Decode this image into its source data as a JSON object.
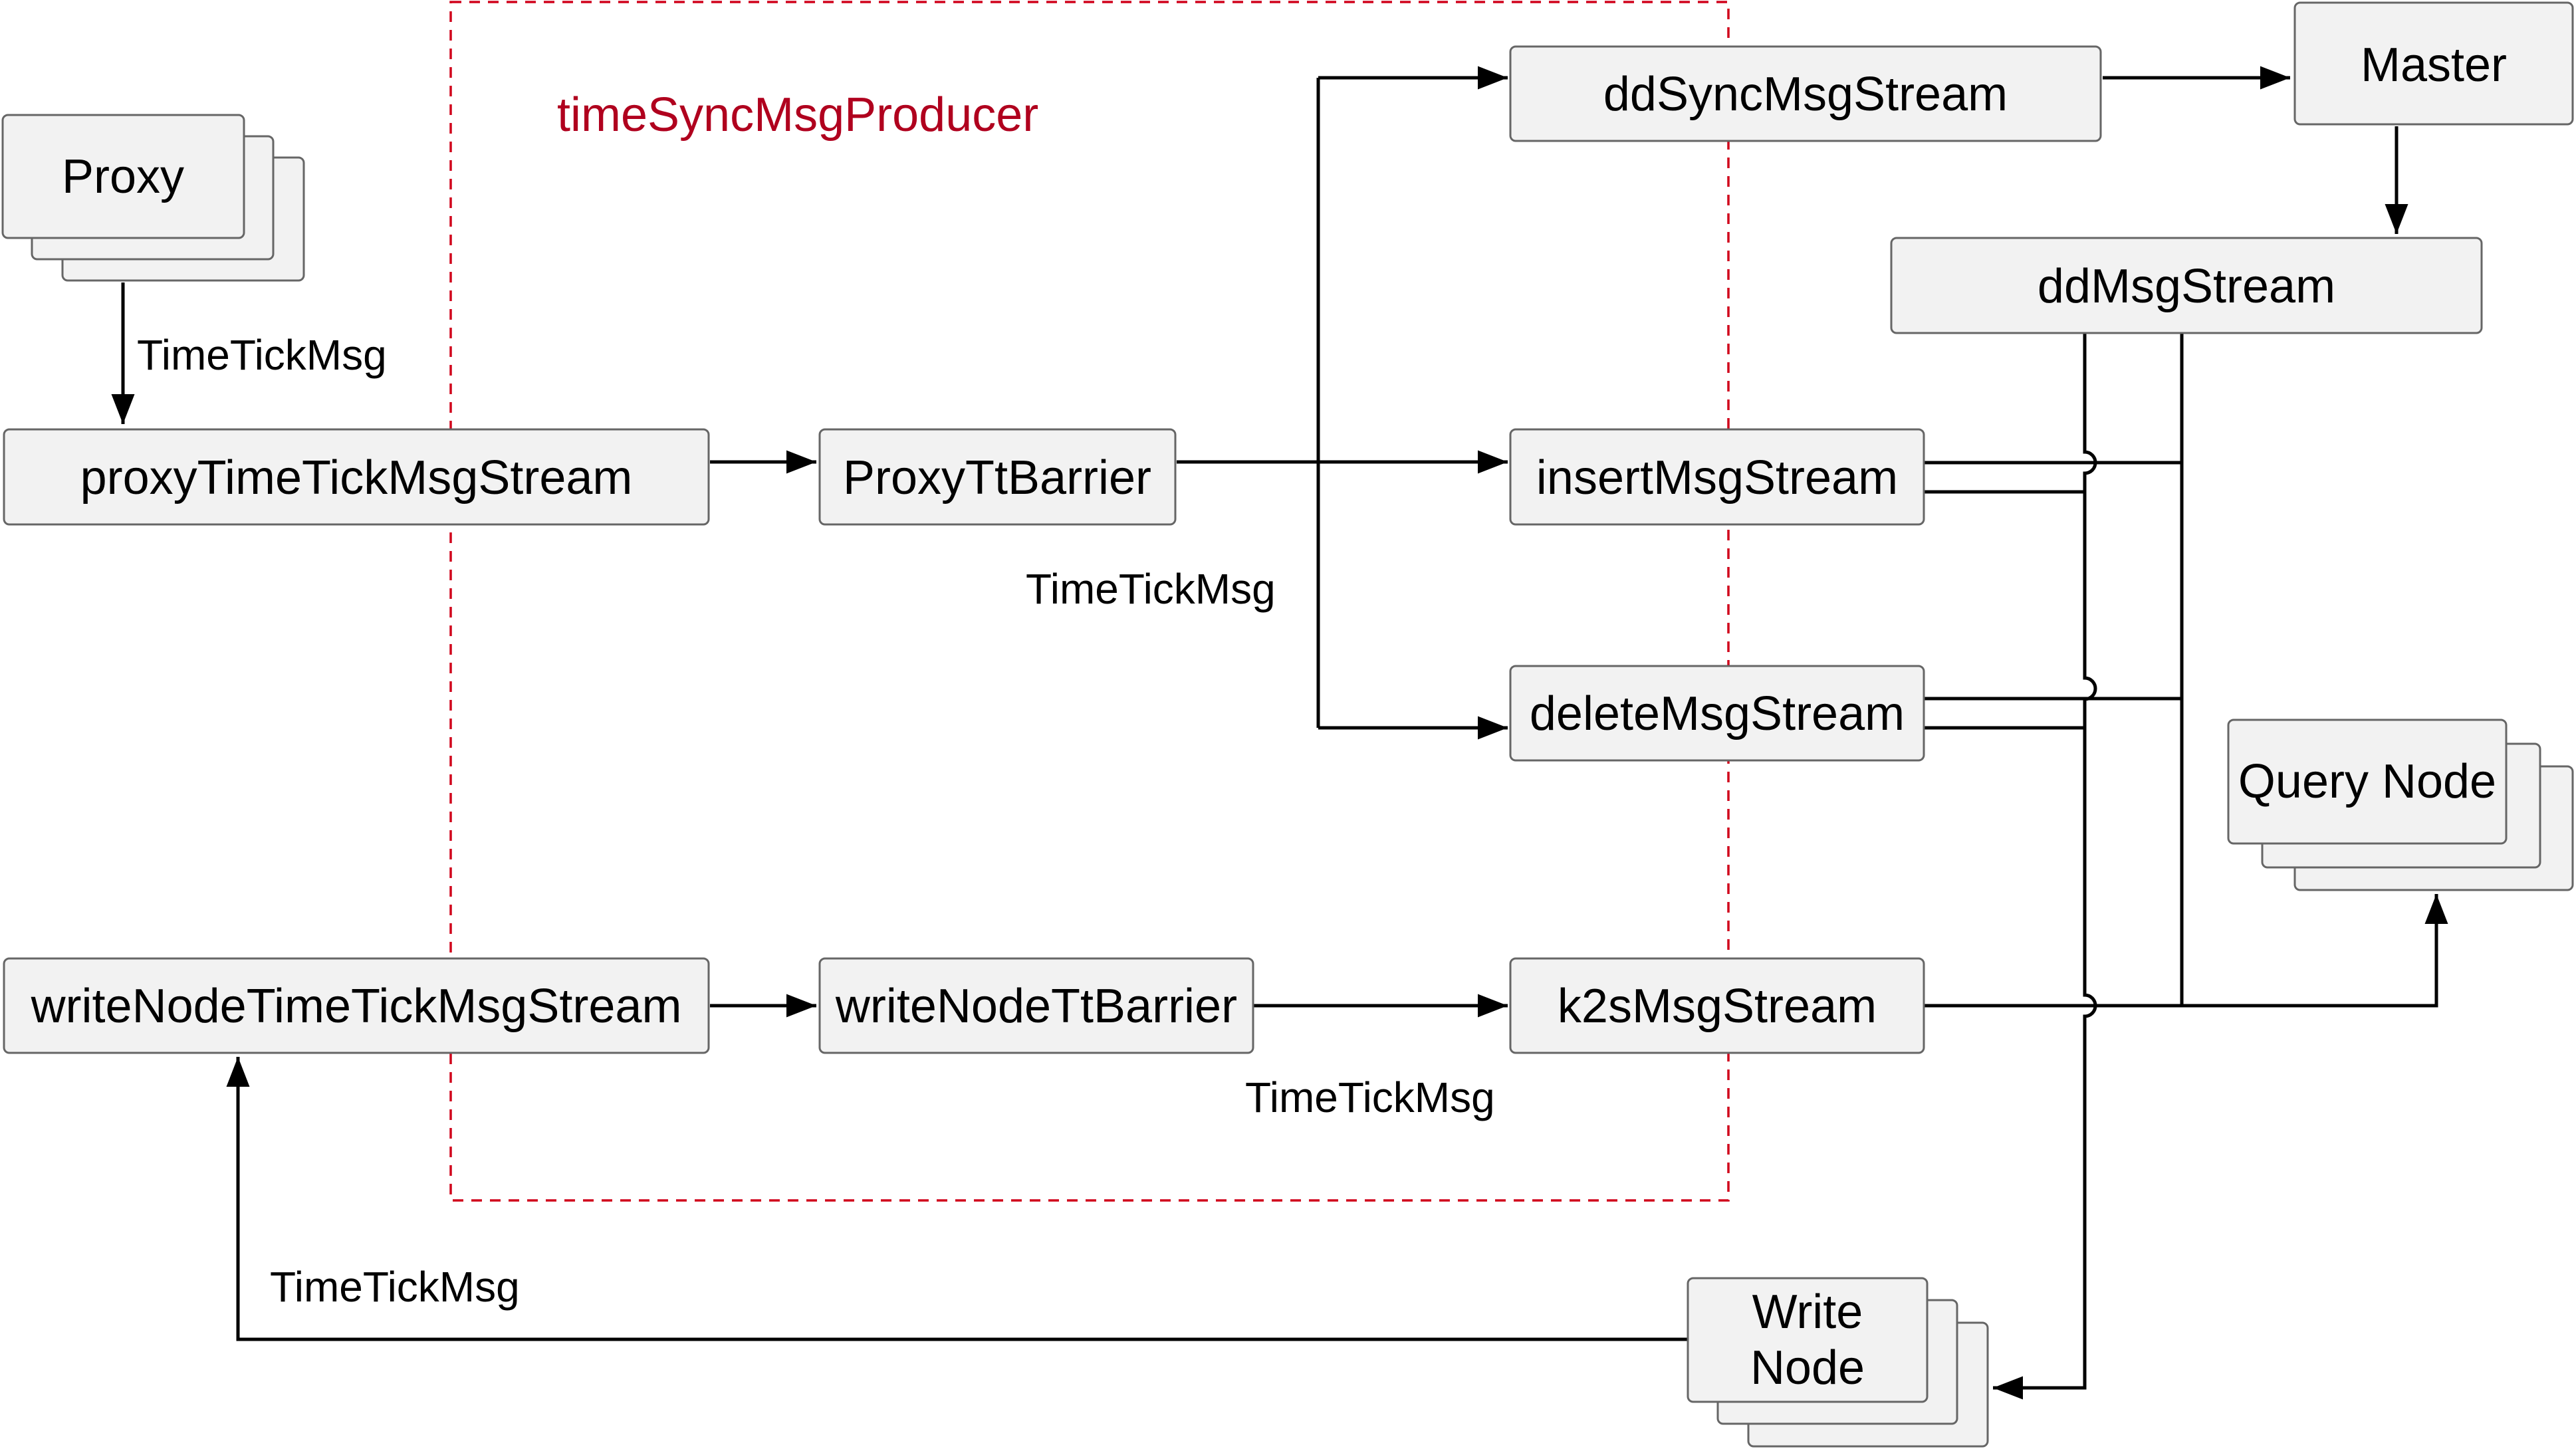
{
  "region": {
    "title": "timeSyncMsgProducer",
    "color": "#b0001e"
  },
  "nodes": {
    "proxy": "Proxy",
    "proxy_tt_stream": "proxyTimeTickMsgStream",
    "proxy_tt_barrier": "ProxyTtBarrier",
    "dd_sync_stream": "ddSyncMsgStream",
    "master": "Master",
    "dd_stream": "ddMsgStream",
    "insert_stream": "insertMsgStream",
    "delete_stream": "deleteMsgStream",
    "query_node": "Query Node",
    "write_node_tt_stream": "writeNodeTimeTickMsgStream",
    "write_node_tt_barrier": "writeNodeTtBarrier",
    "k2s_stream": "k2sMsgStream",
    "write_node_line1": "Write",
    "write_node_line2": "Node"
  },
  "edge_labels": {
    "proxy_to_stream": "TimeTickMsg",
    "barrier_out": "TimeTickMsg",
    "write_barrier_out": "TimeTickMsg",
    "write_node_back": "TimeTickMsg"
  }
}
